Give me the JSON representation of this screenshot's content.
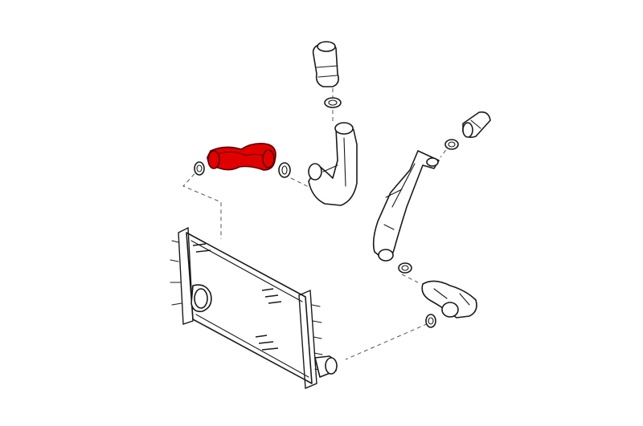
{
  "colors": {
    "background": "#ffffff",
    "line": "#1a1a1a",
    "leader": "#555555",
    "highlight": "#e00000",
    "highlight_outline": "#5a0000"
  },
  "parts": [
    {
      "id": "intercooler",
      "highlighted": false
    },
    {
      "id": "upper-intake-hose",
      "highlighted": false
    },
    {
      "id": "intake-pipe-left",
      "highlighted": false
    },
    {
      "id": "charge-air-hose",
      "highlighted": true
    },
    {
      "id": "intake-pipe-right",
      "highlighted": false
    },
    {
      "id": "upper-right-hose",
      "highlighted": false
    },
    {
      "id": "lower-right-hose",
      "highlighted": false
    }
  ]
}
